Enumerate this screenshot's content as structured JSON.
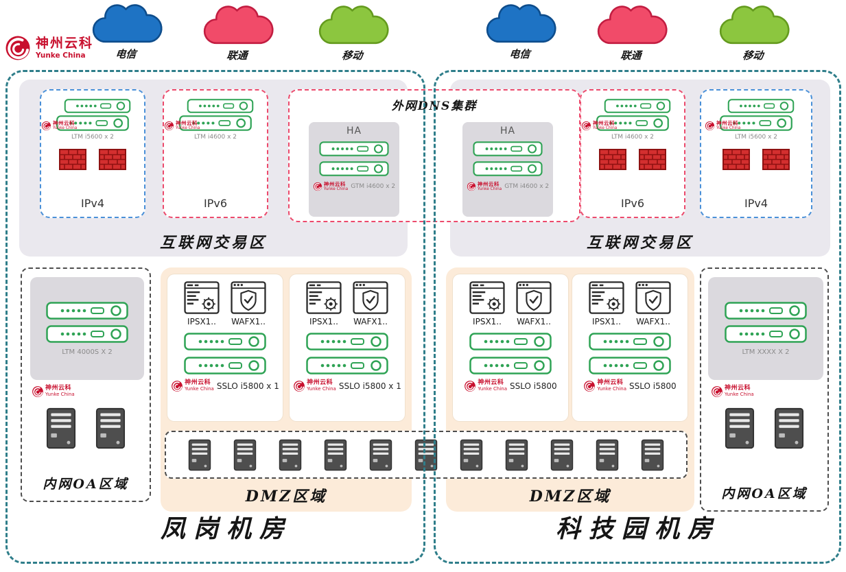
{
  "colors": {
    "dc_border_teal": "#2f7e8a",
    "zone_gray": "#eae8ee",
    "dmz_peach": "#fcebd9",
    "appliance_green": "#2fa355",
    "ipv4_dash_blue": "#4a90d8",
    "ipv6_dash_pink": "#ec4a6c",
    "firewall_red": "#d32f2f",
    "logo_red": "#c8102e",
    "isp_telecom_blue": "#1e73c4",
    "isp_unicom_pink": "#f14b69",
    "isp_mobile_green": "#8cc63f"
  },
  "logo": {
    "cn": "神州云科",
    "en": "Yunke China"
  },
  "clouds": [
    {
      "label": "电信"
    },
    {
      "label": "联通"
    },
    {
      "label": "移动"
    },
    {
      "label": "电信"
    },
    {
      "label": "联通"
    },
    {
      "label": "移动"
    }
  ],
  "dns": {
    "title": "外网DNS集群",
    "ha": [
      {
        "label": "HA",
        "device": "GTM i4600 x 2"
      },
      {
        "label": "HA",
        "device": "GTM i4600 x 2"
      }
    ]
  },
  "dcs": [
    {
      "name": "凤岗机房",
      "zone_label": "互联网交易区",
      "ip_boxes": [
        {
          "label": "IPv4",
          "device": "LTM i5600 x 2"
        },
        {
          "label": "IPv6",
          "device": "LTM i4600 x 2"
        }
      ],
      "oa": {
        "label": "内网OA区域",
        "device": "LTM 4000S X 2"
      },
      "dmz": {
        "label": "DMZ区域",
        "stacks": [
          {
            "ips": "IPSX1..",
            "waf": "WAFX1..",
            "sslo": "SSLO i5800 x 1"
          },
          {
            "ips": "IPSX1..",
            "waf": "WAFX1..",
            "sslo": "SSLO i5800 x 1"
          }
        ]
      }
    },
    {
      "name": "科技园机房",
      "zone_label": "互联网交易区",
      "ip_boxes": [
        {
          "label": "IPv6",
          "device": "LTM i4600 x 2"
        },
        {
          "label": "IPv4",
          "device": "LTM i5600 x 2"
        }
      ],
      "oa": {
        "label": "内网OA区域",
        "device": "LTM XXXX X 2"
      },
      "dmz": {
        "label": "DMZ区域",
        "stacks": [
          {
            "ips": "IPSX1..",
            "waf": "WAFX1..",
            "sslo": "SSLO i5800"
          },
          {
            "ips": "IPSX1..",
            "waf": "WAFX1..",
            "sslo": "SSLO i5800"
          }
        ]
      }
    }
  ]
}
